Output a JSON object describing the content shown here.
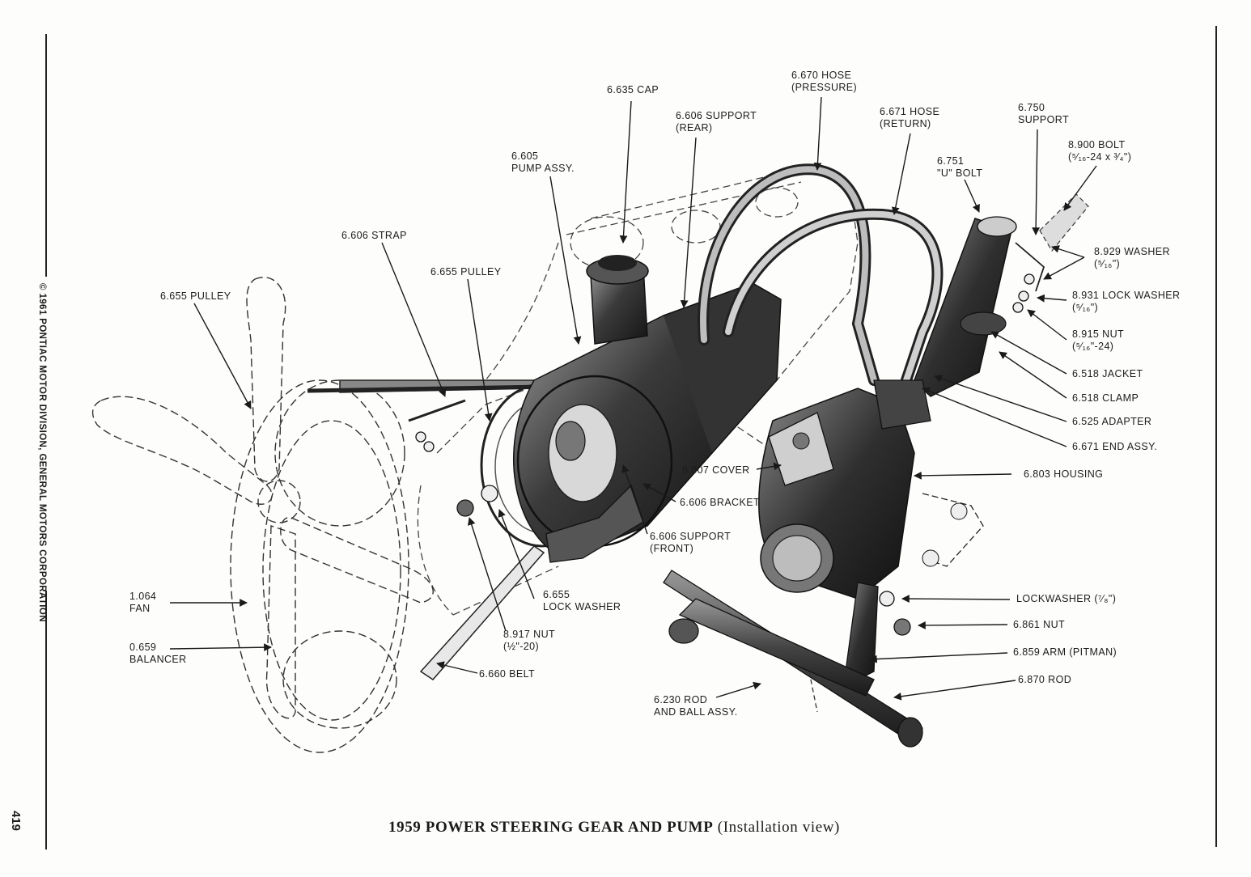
{
  "copyright": "© 1961 PONTIAC MOTOR DIVISION, GENERAL MOTORS CORPORATION",
  "page_number": "419",
  "caption": {
    "main": "1959 POWER STEERING GEAR AND PUMP",
    "sub": "(Installation view)"
  },
  "labels": {
    "cap": [
      "6.635 CAP"
    ],
    "support_rear": [
      "6.606 SUPPORT",
      "(REAR)"
    ],
    "hose_pressure": [
      "6.670 HOSE",
      "(PRESSURE)"
    ],
    "hose_return": [
      "6.671 HOSE",
      "(RETURN)"
    ],
    "support": [
      "6.750",
      "SUPPORT"
    ],
    "bolt": [
      "8.900 BOLT",
      "(⁵⁄₁₆-24 x ³⁄₄\")"
    ],
    "u_bolt": [
      "6.751",
      "\"U\" BOLT"
    ],
    "pump_assy": [
      "6.605",
      "PUMP ASSY."
    ],
    "strap": [
      "6.606 STRAP"
    ],
    "pulley_pump": [
      "6.655 PULLEY"
    ],
    "pulley_fan": [
      "6.655 PULLEY"
    ],
    "washer": [
      "8.929 WASHER",
      "(⁵⁄₁₆\")"
    ],
    "lock_washer_8931": [
      "8.931 LOCK WASHER",
      "(⁵⁄₁₆\")"
    ],
    "nut_8915": [
      "8.915 NUT",
      "(⁵⁄₁₆\"-24)"
    ],
    "jacket": [
      "6.518 JACKET"
    ],
    "clamp": [
      "6.518 CLAMP"
    ],
    "adapter": [
      "6.525 ADAPTER"
    ],
    "end_assy": [
      "6.671 END ASSY."
    ],
    "cover": [
      "6.807 COVER"
    ],
    "housing": [
      "6.803 HOUSING"
    ],
    "bracket": [
      "6.606 BRACKET"
    ],
    "support_front": [
      "6.606 SUPPORT",
      "(FRONT)"
    ],
    "lock_washer_6655": [
      "6.655",
      "LOCK WASHER"
    ],
    "fan": [
      "1.064",
      "FAN"
    ],
    "nut_8917": [
      "8.917 NUT",
      "(½\"-20)"
    ],
    "balancer": [
      "0.659",
      "BALANCER"
    ],
    "belt": [
      "6.660 BELT"
    ],
    "lockwasher_7_8": [
      "LOCKWASHER (⁷⁄₈\")"
    ],
    "nut_6861": [
      "6.861 NUT"
    ],
    "arm_pitman": [
      "6.859 ARM (PITMAN)"
    ],
    "rod_6870": [
      "6.870 ROD"
    ],
    "rod_ball": [
      "6.230 ROD",
      "AND BALL ASSY."
    ]
  },
  "colors": {
    "ink": "#1a1a1a",
    "paper": "#fdfdfb",
    "dark_part": "#2a2a2a",
    "mid_part": "#6d6d6d",
    "light_part": "#bdbdbd"
  }
}
